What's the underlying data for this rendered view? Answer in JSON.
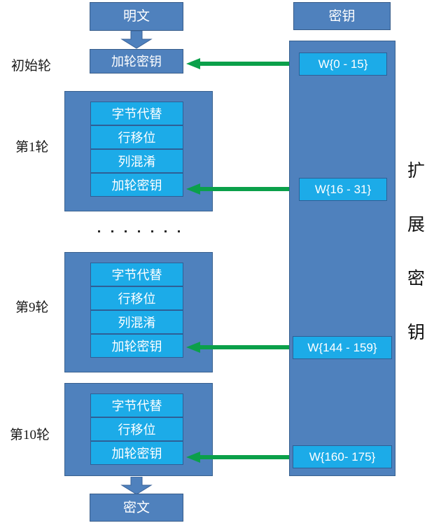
{
  "diagram": {
    "title_vertical": "扩展密钥",
    "vertical_chars": [
      "扩",
      "展",
      "密",
      "钥"
    ],
    "colors": {
      "panel_fill": "#4f81bd",
      "panel_border": "#385d8a",
      "step_fill": "#1cabe8",
      "step_border": "#2e5f96",
      "arrow_green": "#0ba04a",
      "arrow_blue": "#4f81bd",
      "background": "#ffffff"
    }
  },
  "plaintext_box": {
    "label": "明文"
  },
  "ciphertext_box": {
    "label": "密文"
  },
  "key_box": {
    "label": "密钥"
  },
  "initial_round": {
    "round_label": "初始轮",
    "step": "加轮密钥"
  },
  "rounds": [
    {
      "round_label": "第1轮",
      "steps": [
        "字节代替",
        "行移位",
        "列混淆",
        "加轮密钥"
      ]
    },
    {
      "round_label": "第9轮",
      "steps": [
        "字节代替",
        "行移位",
        "列混淆",
        "加轮密钥"
      ]
    },
    {
      "round_label": "第10轮",
      "steps": [
        "字节代替",
        "行移位",
        "加轮密钥"
      ]
    }
  ],
  "key_words": [
    {
      "label": "W{0 - 15}"
    },
    {
      "label": "W{16 - 31}"
    },
    {
      "label": "W{144 - 159}"
    },
    {
      "label": "W{160- 175}"
    }
  ],
  "ellipsis": {
    "dot_count": 7
  }
}
